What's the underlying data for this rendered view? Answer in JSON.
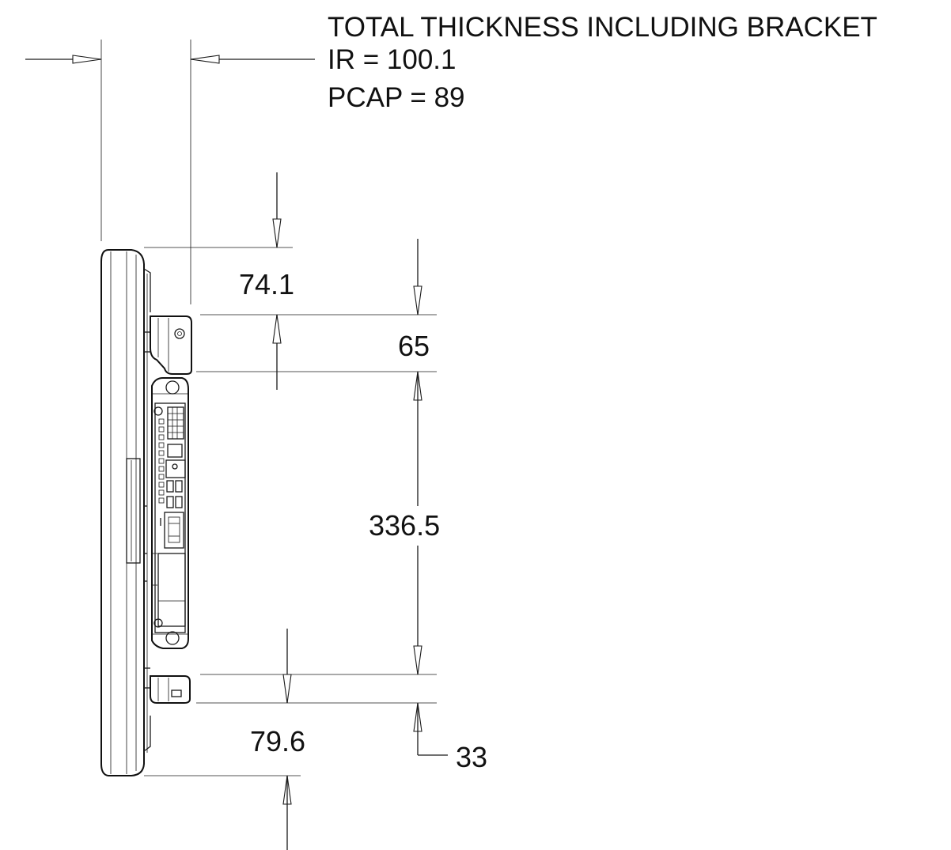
{
  "note": {
    "line1": "TOTAL THICKNESS INCLUDING BRACKET",
    "line2": "IR = 100.1",
    "line3": "PCAP = 89"
  },
  "dimensions": {
    "top_offset": "74.1",
    "bracket_top": "65",
    "bracket_spacing": "336.5",
    "bottom_offset": "79.6",
    "bracket_bottom": "33"
  },
  "colors": {
    "line": "#1a1a1a",
    "background": "#ffffff"
  }
}
